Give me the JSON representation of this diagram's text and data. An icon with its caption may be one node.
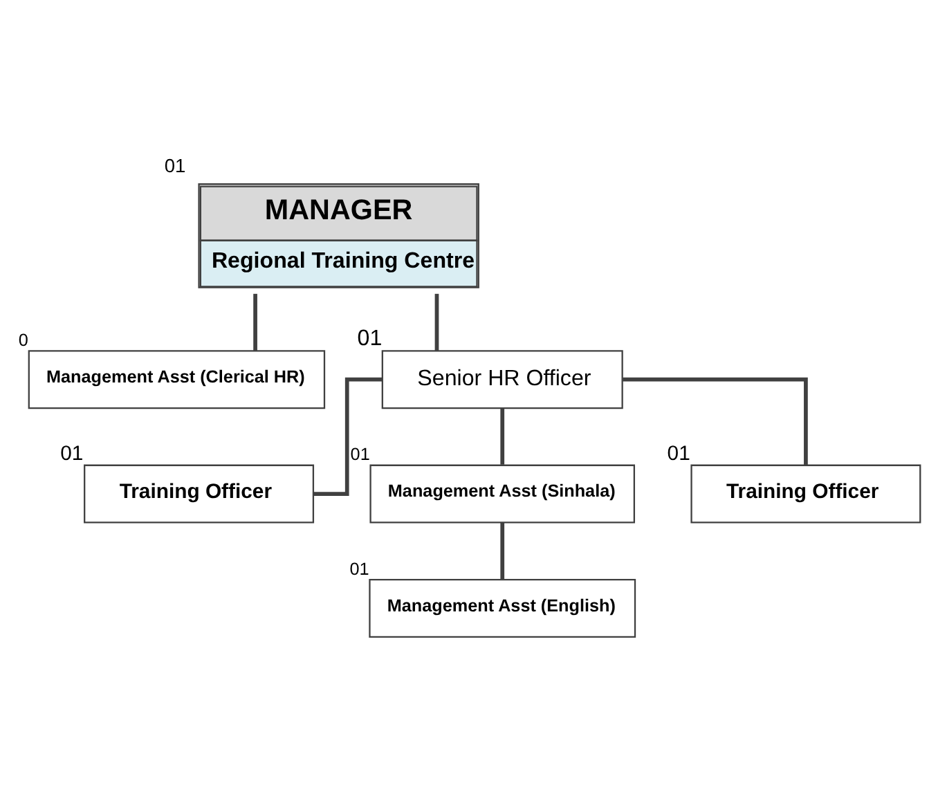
{
  "diagram": {
    "nodes": [
      {
        "text": [
          "MANAGER",
          "Regional Training Centre"
        ],
        "beside": [
          "01"
        ]
      },
      {
        "text": [
          "Management Asst (Clerical HR)"
        ],
        "beside": [
          "0"
        ]
      },
      {
        "text": [
          "Senior HR Officer"
        ],
        "beside": [
          "01"
        ]
      },
      {
        "text": [
          "Training Officer"
        ],
        "beside": [
          "01"
        ]
      },
      {
        "text": [
          "Management Asst (Sinhala)"
        ],
        "beside": [
          "01"
        ]
      },
      {
        "text": [
          "Training Officer"
        ],
        "beside": [
          "01"
        ]
      },
      {
        "text": [
          "Management Asst (English)"
        ],
        "beside": [
          "01"
        ]
      }
    ],
    "edges": [
      {
        "from": 0,
        "to": 2,
        "arrow": "none"
      },
      {
        "from": 0,
        "to": 1,
        "arrow": "none"
      },
      {
        "from": 2,
        "to": 3,
        "arrow": "none"
      },
      {
        "from": 2,
        "to": 4,
        "arrow": "none"
      },
      {
        "from": 2,
        "to": 5,
        "arrow": "none"
      },
      {
        "from": 4,
        "to": 6,
        "arrow": "none"
      }
    ]
  }
}
